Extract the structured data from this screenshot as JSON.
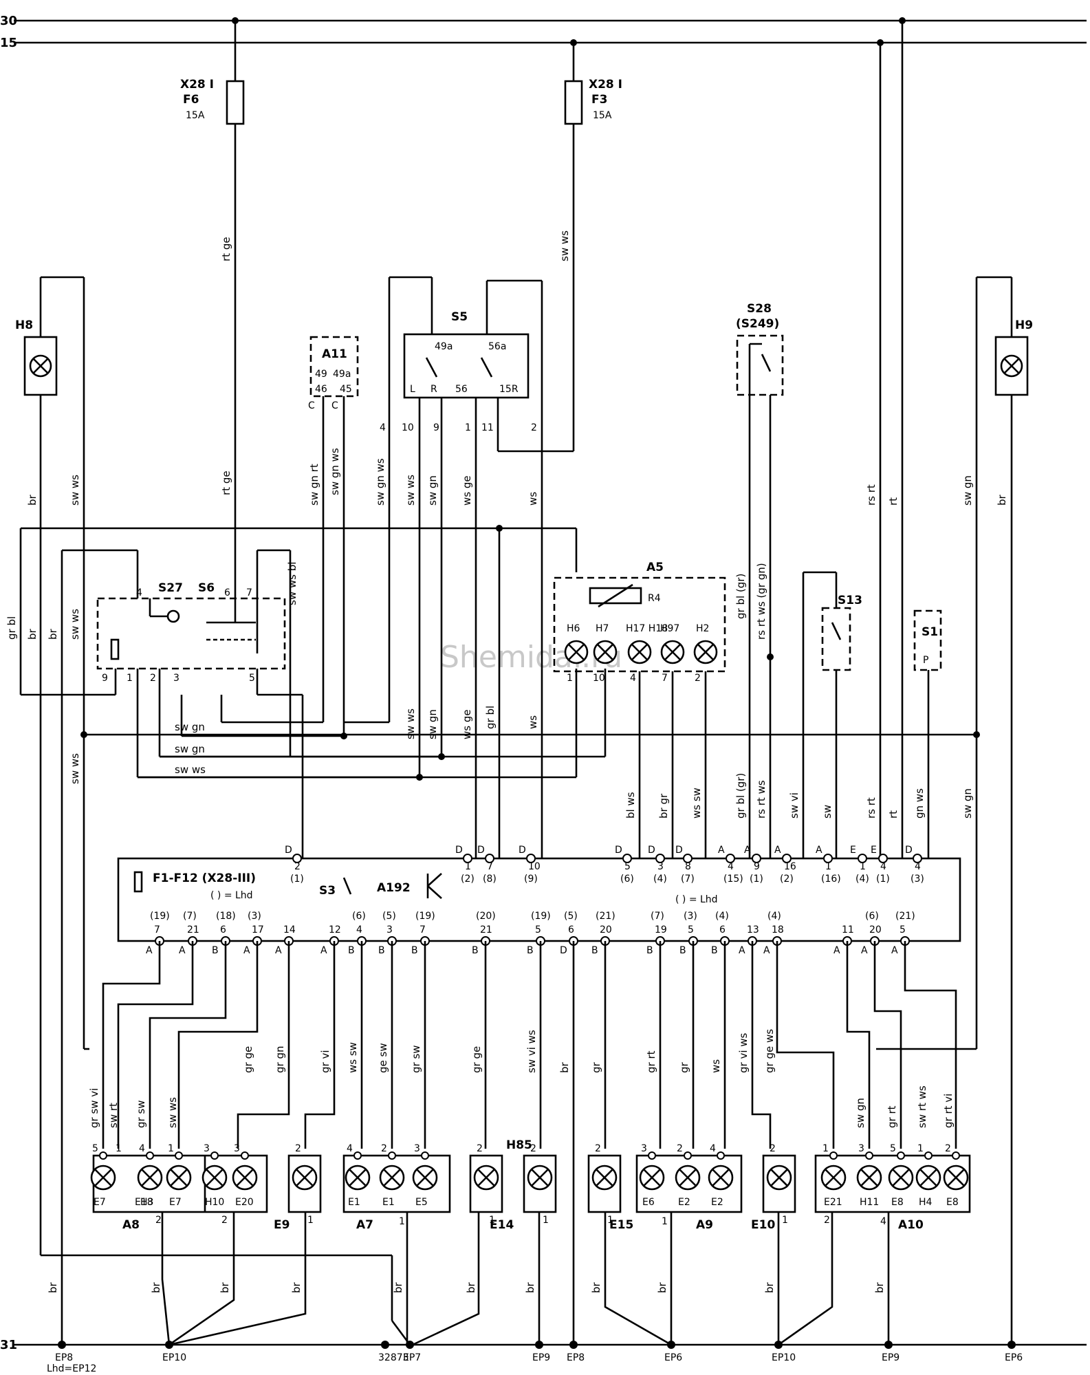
{
  "busbars": {
    "b30": "30",
    "b15": "15",
    "b31": "31"
  },
  "watermark": "Shemidaf.ru",
  "fuses": {
    "f6": {
      "conn": "X28 I",
      "id": "F6",
      "rating": "15A"
    },
    "f3": {
      "conn": "X28 I",
      "id": "F3",
      "rating": "15A"
    }
  },
  "components": {
    "h8": "H8",
    "h9": "H9",
    "a11": "A11",
    "s5": "S5",
    "s28": "S28",
    "s249": "(S249)",
    "s27": "S27",
    "s6": "S6",
    "a5": "A5",
    "r4": "R4",
    "s13": "S13",
    "s1": "S1",
    "s1_p": "P",
    "module": "F1-F12 (X28-III)",
    "lhd_left": "( ) = Lhd",
    "lhd_right": "( ) = Lhd",
    "s3": "S3",
    "a192": "A192",
    "a8": "A8",
    "a7": "A7",
    "a9": "A9",
    "a10": "A10",
    "e9": "E9",
    "e14": "E14",
    "e15": "E15",
    "e10": "E10",
    "h85": "H85"
  },
  "a11_pins": {
    "p49": "49",
    "p49a": "49a",
    "p46": "46",
    "p45": "45",
    "c1": "C",
    "c2": "C"
  },
  "s5_pins": {
    "p49a": "49a",
    "p56a": "56a",
    "pl": "L",
    "pr": "R",
    "p56": "56",
    "p15r": "15R",
    "c10": "10",
    "c9": "9",
    "c1": "1",
    "c11": "11",
    "c4": "4",
    "c2": "2"
  },
  "s27_pins": {
    "p4": "4",
    "p6": "6",
    "p7": "7",
    "p9": "9",
    "p1": "1",
    "p2": "2",
    "p3": "3",
    "p5": "5"
  },
  "a5_lamps": [
    "H6",
    "H7",
    "H17 H18",
    "H97",
    "H2"
  ],
  "a5_pins": {
    "p1": "1",
    "p10": "10",
    "p4": "4",
    "p7": "7",
    "p2": "2"
  },
  "top_pins": [
    {
      "c": "D",
      "n": "2",
      "l": "(1)"
    },
    {
      "c": "D",
      "n": "1",
      "l": "(2)"
    },
    {
      "c": "D",
      "n": "7",
      "l": "(8)"
    },
    {
      "c": "D",
      "n": "10",
      "l": "(9)"
    },
    {
      "c": "D",
      "n": "5",
      "l": "(6)"
    },
    {
      "c": "D",
      "n": "3",
      "l": "(4)"
    },
    {
      "c": "D",
      "n": "8",
      "l": "(7)"
    },
    {
      "c": "A",
      "n": "4",
      "l": "(15)"
    },
    {
      "c": "A",
      "n": "9",
      "l": "(1)"
    },
    {
      "c": "A",
      "n": "16",
      "l": "(2)"
    },
    {
      "c": "A",
      "n": "1",
      "l": "(16)"
    },
    {
      "c": "E",
      "n": "1",
      "l": "(4)"
    },
    {
      "c": "E",
      "n": "4",
      "l": "(1)"
    },
    {
      "c": "D",
      "n": "4",
      "l": "(3)"
    }
  ],
  "bottom_pins": [
    {
      "c": "A",
      "n": "7",
      "l": "(19)"
    },
    {
      "c": "A",
      "n": "21",
      "l": "(7)"
    },
    {
      "c": "B",
      "n": "6",
      "l": "(18)"
    },
    {
      "c": "A",
      "n": "17",
      "l": "(3)"
    },
    {
      "c": "A",
      "n": "14",
      "l": ""
    },
    {
      "c": "A",
      "n": "12",
      "l": ""
    },
    {
      "c": "B",
      "n": "4",
      "l": "(6)"
    },
    {
      "c": "B",
      "n": "3",
      "l": "(5)"
    },
    {
      "c": "B",
      "n": "7",
      "l": "(19)"
    },
    {
      "c": "B",
      "n": "21",
      "l": "(20)"
    },
    {
      "c": "B",
      "n": "5",
      "l": "(19)"
    },
    {
      "c": "D",
      "n": "6",
      "l": "(5)"
    },
    {
      "c": "B",
      "n": "20",
      "l": "(21)"
    },
    {
      "c": "B",
      "n": "19",
      "l": "(7)"
    },
    {
      "c": "B",
      "n": "5",
      "l": "(3)"
    },
    {
      "c": "B",
      "n": "6",
      "l": "(4)"
    },
    {
      "c": "A",
      "n": "13",
      "l": ""
    },
    {
      "c": "A",
      "n": "18",
      "l": "(4)"
    },
    {
      "c": "A",
      "n": "11",
      "l": ""
    },
    {
      "c": "A",
      "n": "20",
      "l": "(6)"
    },
    {
      "c": "A",
      "n": "5",
      "l": "(21)"
    }
  ],
  "wire_colors": {
    "rtge1": "rt ge",
    "swws1": "sw ws",
    "rtge2": "rt ge",
    "br_h8": "br",
    "swws_h8": "sw ws",
    "grbl_l": "gr bl",
    "br_l1": "br",
    "br_l2": "br",
    "swws_l": "sw ws",
    "swgnrt": "sw gn rt",
    "swgnws": "sw gn ws",
    "swgnws2": "sw gn ws",
    "s5_10": "sw ws",
    "s5_9": "sw gn",
    "s5_1": "ws ge",
    "s5_2": "ws",
    "swws_v": "sw ws",
    "swgn_v": "sw gn",
    "wsge_v": "ws ge",
    "grbl_v": "gr bl",
    "ws_v": "ws",
    "s27_bl": "sw ws bl",
    "h_swgn1": "sw gn",
    "h_swgn2": "sw gn",
    "h_swws": "sw ws",
    "grbl_gr": "gr bl (gr)",
    "rsrtws": "rs rt ws (gr gn)",
    "grbl_gr2": "gr bl (gr)",
    "rsrtws2": "rs rt ws",
    "swvi": "sw vi",
    "sw": "sw",
    "rsrt1": "rs rt",
    "rt1": "rt",
    "rsrt2": "rs rt",
    "rt2": "rt",
    "gnws": "gn ws",
    "swgn_r1": "sw gn",
    "br_h9": "br",
    "swgn_r2": "sw gn",
    "blws": "bl ws",
    "brgr": "br gr",
    "wssw": "ws sw",
    "swws_lo": "sw ws",
    "grswvi": "gr sw vi",
    "swrt": "sw rt",
    "grsw": "gr sw",
    "swws_a8": "sw ws",
    "grge": "gr ge",
    "grgn": "gr gn",
    "grvi": "gr vi",
    "wssw2": "ws sw",
    "gesw": "ge sw",
    "grsw2": "gr sw",
    "grge2": "gr ge",
    "swviws": "sw vi ws",
    "br_m": "br",
    "gr": "gr",
    "grrt": "gr rt",
    "gr2": "gr",
    "ws2": "ws",
    "grviws": "gr vi ws",
    "grgews": "gr ge ws",
    "swgn_a10": "sw gn",
    "grrt2": "gr rt",
    "swrtws": "sw rt ws",
    "grrtvi": "gr rt vi",
    "br_b1": "br",
    "br_b2": "br",
    "br_b3": "br",
    "br_b4": "br",
    "br_b5": "br",
    "br_b6": "br",
    "br_b7": "br",
    "br_b8": "br",
    "br_b9": "br",
    "br_b10": "br",
    "br_b11": "br"
  },
  "lamp_groups": {
    "a8": {
      "pins": [
        "5",
        "4",
        "1",
        "3",
        "3",
        "1"
      ],
      "names": [
        "E7",
        "H3",
        "E7",
        "H10",
        "E20",
        "E18"
      ],
      "gnd": [
        "2",
        "2"
      ]
    },
    "a7": {
      "pins": [
        "4",
        "2",
        "3"
      ],
      "names": [
        "E1",
        "E1",
        "E5"
      ],
      "gnd": "1"
    },
    "a9": {
      "pins": [
        "3",
        "2",
        "4"
      ],
      "names": [
        "E6",
        "E2",
        "E2"
      ],
      "gnd": "1"
    },
    "a10": {
      "pins": [
        "1",
        "3",
        "5",
        "1",
        "2"
      ],
      "names": [
        "E21",
        "H11",
        "E8",
        "H4",
        "E8"
      ],
      "gnd": [
        "2",
        "4"
      ]
    },
    "singles": {
      "e9": [
        "2",
        "1"
      ],
      "e14": [
        "2",
        "1"
      ],
      "h85": [
        "2",
        "1"
      ],
      "e15": [
        "2",
        "1"
      ],
      "e10": [
        "2",
        "1"
      ]
    }
  },
  "ground_points": [
    {
      "id": "gp1",
      "t": "EP8",
      "sub": "Lhd=EP12"
    },
    {
      "id": "gp2",
      "t": "EP10",
      "sub": ""
    },
    {
      "id": "gp3",
      "t": "32873",
      "sub": ""
    },
    {
      "id": "gp4",
      "t": "EP7",
      "sub": ""
    },
    {
      "id": "gp5",
      "t": "EP9",
      "sub": ""
    },
    {
      "id": "gp6",
      "t": "EP8",
      "sub": ""
    },
    {
      "id": "gp7",
      "t": "EP6",
      "sub": ""
    },
    {
      "id": "gp8",
      "t": "EP10",
      "sub": ""
    },
    {
      "id": "gp9",
      "t": "EP9",
      "sub": ""
    },
    {
      "id": "gp10",
      "t": "EP6",
      "sub": ""
    }
  ]
}
